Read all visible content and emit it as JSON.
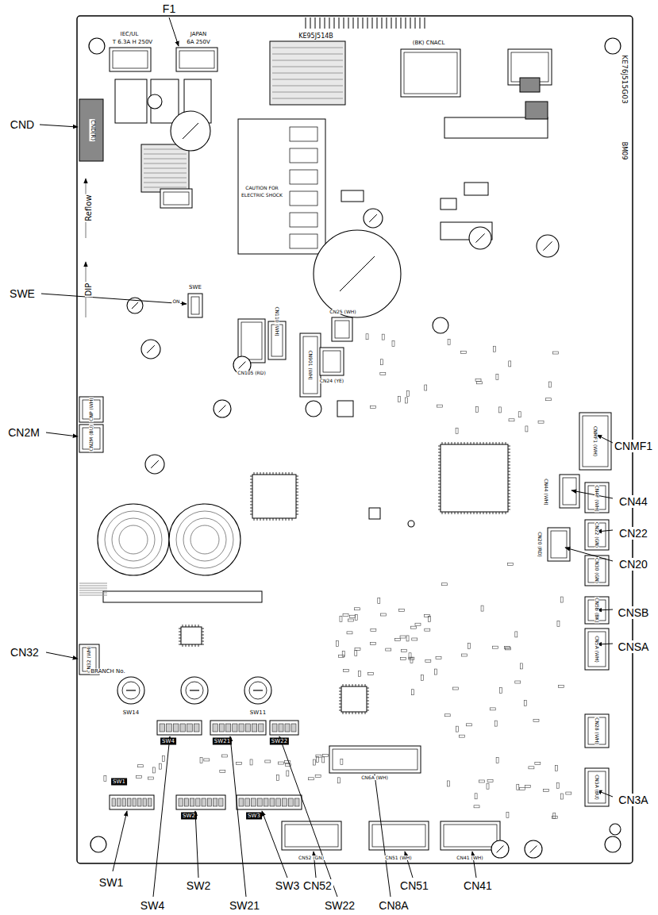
{
  "diagram": {
    "labels": [
      "F1",
      "CND",
      "SWE",
      "CN2M",
      "CN32",
      "SW1",
      "SW4",
      "SW2",
      "SW21",
      "SW3",
      "SW22",
      "CN52",
      "CN8A",
      "CN51",
      "CN41",
      "CN3A",
      "CNSA",
      "CNSB",
      "CN20",
      "CN22",
      "CN44",
      "CNMF1",
      "IEC/UL",
      "T 6.3A H 250V",
      "JAPAN",
      "6A 250V",
      "KE95J514B",
      "CAUTION FOR",
      "ELECTRIC SHOCK",
      "(BK) CNACL",
      "KE76J515G03",
      "BM09",
      "CND(R)",
      "Reflow",
      "DIP",
      "SWE",
      "ON",
      "CN105 (RD)",
      "CN110 (WH)",
      "CN901 (WH)",
      "CN25 (WH)",
      "CN24 (YE)",
      "CNMF1 (WH)",
      "CN44 (WH)",
      "CN4F (WH)",
      "CN20 (RD)",
      "CN22 (GN)",
      "CN30 (GN)",
      "CN5B (BK)",
      "CN5A (WH)",
      "CN28 (WH)",
      "CN3A (BU)",
      "CNP (WH)",
      "CN2M (BU)",
      "CN32 (WH)",
      "BRANCH No.",
      "SW14",
      "SW11",
      "SW4",
      "SW21",
      "SW22",
      "SW1",
      "SW2",
      "SW3",
      "CN6A (WH)",
      "CN52 (GN)",
      "CN51 (WH)",
      "CN41 (WH)"
    ]
  }
}
